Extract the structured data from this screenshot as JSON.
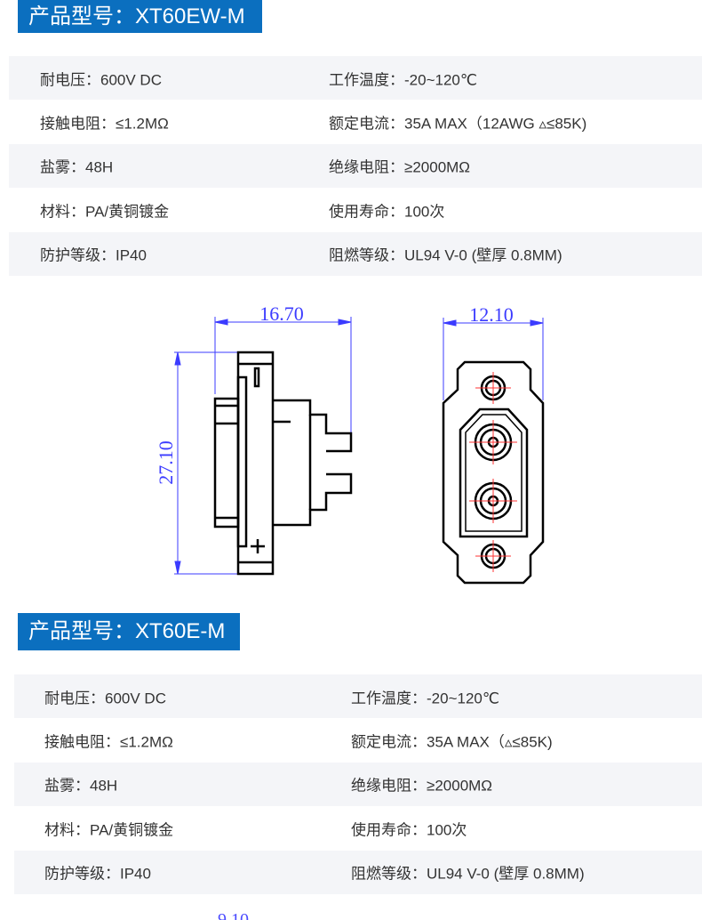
{
  "sections": [
    {
      "title": "产品型号：XT60EW-M",
      "specs": [
        {
          "left": "耐电压：600V DC",
          "right": "工作温度：-20~120℃"
        },
        {
          "left": "接触电阻：≤1.2MΩ",
          "right": "额定电流：35A MAX（12AWG ▵≤85K)"
        },
        {
          "left": "盐雾：48H",
          "right": "绝缘电阻：≥2000MΩ"
        },
        {
          "left": "材料：PA/黄铜镀金",
          "right": "使用寿命：100次"
        },
        {
          "left": "防护等级：IP40",
          "right": "阻燃等级：UL94 V-0 (壁厚 0.8MM)"
        }
      ]
    },
    {
      "title": "产品型号：XT60E-M",
      "specs": [
        {
          "left": "耐电压：600V DC",
          "right": "工作温度：-20~120℃"
        },
        {
          "left": "接触电阻：≤1.2MΩ",
          "right": "额定电流：35A MAX（▵≤85K)"
        },
        {
          "left": "盐雾：48H",
          "right": "绝缘电阻：≥2000MΩ"
        },
        {
          "left": "材料：PA/黄铜镀金",
          "right": "使用寿命：100次"
        },
        {
          "left": "防护等级：IP40",
          "right": "阻燃等级：UL94 V-0 (壁厚 0.8MM)"
        }
      ]
    }
  ],
  "drawing": {
    "width_dim": "16.70",
    "height_dim": "27.10",
    "front_width_dim": "12.10",
    "line_color": "#000000",
    "dim_color": "#3b3bff",
    "center_color": "#ff3333"
  },
  "next_drawing_partial": "9.10"
}
